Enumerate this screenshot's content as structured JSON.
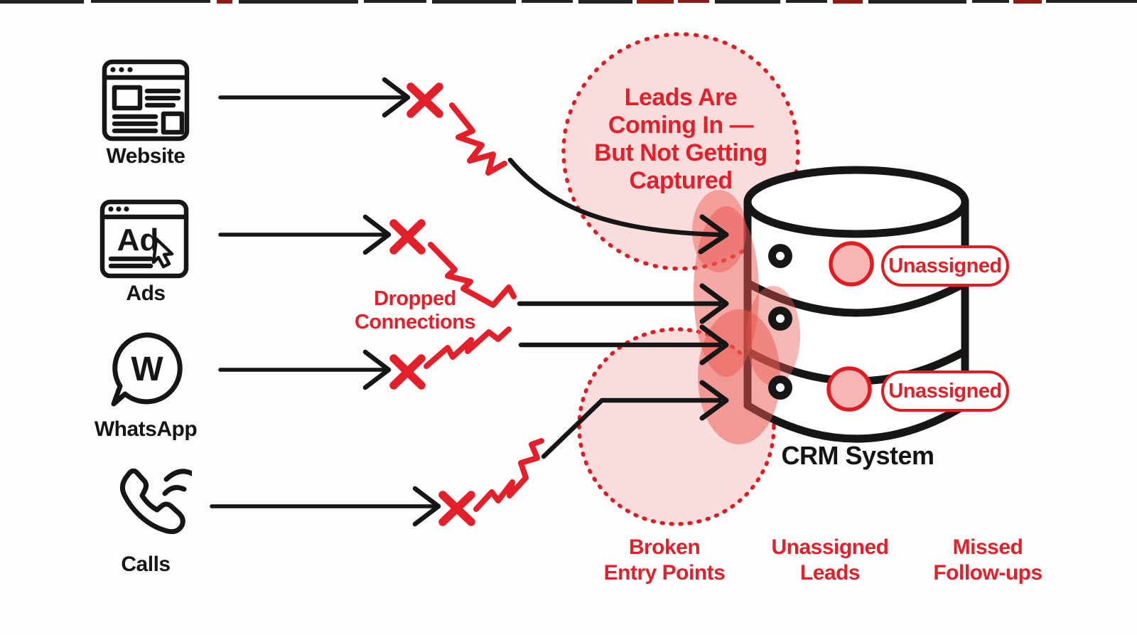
{
  "sources": [
    {
      "id": "website",
      "label": "Website"
    },
    {
      "id": "ads",
      "label": "Ads",
      "icon_text": "Ad"
    },
    {
      "id": "whatsapp",
      "label": "WhatsApp",
      "icon_text": "W"
    },
    {
      "id": "calls",
      "label": "Calls"
    }
  ],
  "bubble": {
    "line1": "Leads Are",
    "line2": "Coming In —",
    "line3": "But Not Getting",
    "line4": "Captured"
  },
  "dropped": {
    "line1": "Dropped",
    "line2": "Connections"
  },
  "crm": {
    "label": "CRM System",
    "badge1": "Unassigned",
    "badge2": "Unassigned"
  },
  "bottom": {
    "broken": {
      "line1": "Broken",
      "line2": "Entry Points"
    },
    "unassigned": {
      "line1": "Unassigned",
      "line2": "Leads"
    },
    "missed": {
      "line1": "Missed",
      "line2": "Follow-ups"
    }
  },
  "colors": {
    "red": "#e3202a",
    "dotted_border": "#dd1d24",
    "circle_fill": "#fbdcdd",
    "blob": "#ea554d",
    "black": "#161616",
    "badge_border": "#e01b22",
    "background": "#fefdfd"
  },
  "decor": {
    "top_strip": [
      [
        0,
        118,
        "d",
        5
      ],
      [
        128,
        168,
        "d",
        4
      ],
      [
        305,
        22,
        "r",
        5
      ],
      [
        336,
        168,
        "d",
        5
      ],
      [
        512,
        88,
        "d",
        4
      ],
      [
        608,
        118,
        "d",
        5
      ],
      [
        734,
        72,
        "d",
        4
      ],
      [
        814,
        76,
        "d",
        5
      ],
      [
        896,
        52,
        "r",
        5
      ],
      [
        954,
        44,
        "r",
        4
      ],
      [
        1006,
        92,
        "d",
        5
      ],
      [
        1106,
        58,
        "d",
        4
      ],
      [
        1172,
        42,
        "r",
        5
      ],
      [
        1222,
        138,
        "d",
        5
      ],
      [
        1368,
        52,
        "d",
        4
      ],
      [
        1426,
        40,
        "r",
        5
      ],
      [
        1472,
        128,
        "d",
        4
      ]
    ]
  }
}
